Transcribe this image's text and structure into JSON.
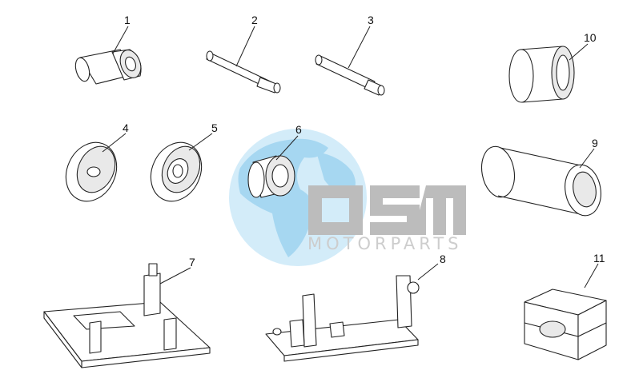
{
  "diagram": {
    "callouts": [
      "1",
      "2",
      "3",
      "4",
      "5",
      "6",
      "7",
      "8",
      "9",
      "10",
      "11"
    ]
  },
  "watermark": {
    "logo_letters": "OSM",
    "tagline": "MOTORPARTS",
    "globe_color": "#9dd3f0",
    "letters_color": "#b5b5b5"
  },
  "icons": {
    "globe": "globe-icon"
  }
}
